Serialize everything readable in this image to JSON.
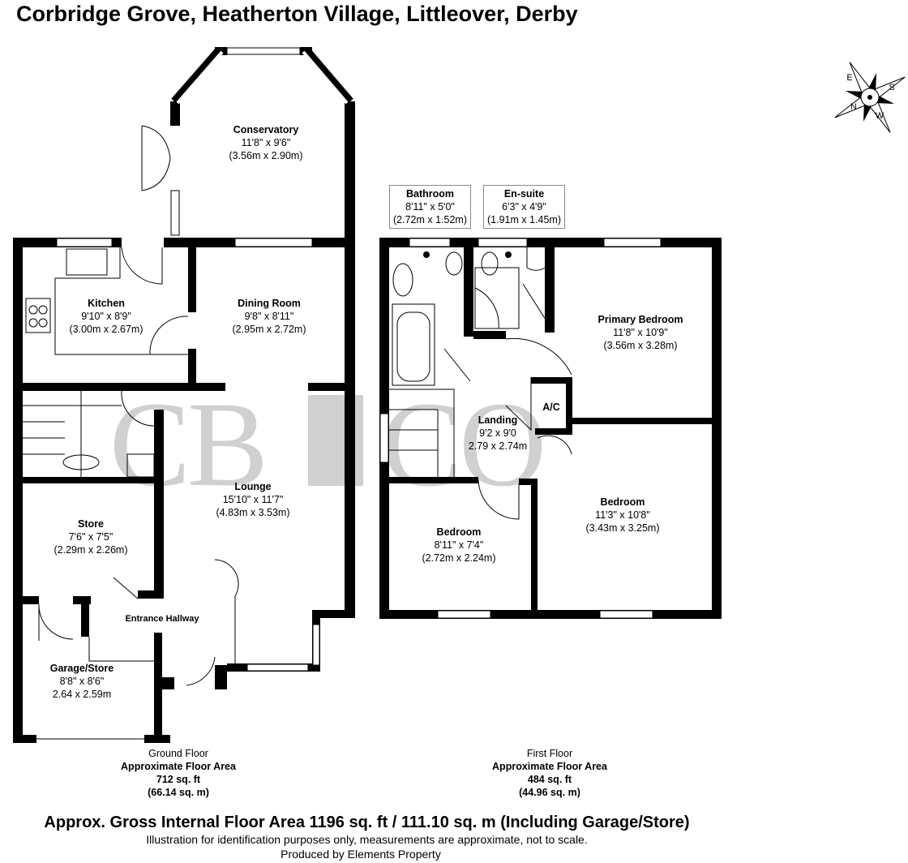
{
  "title": "Corbridge Grove, Heatherton Village, Littleover, Derby",
  "watermark": "CB CO",
  "compass": {
    "letters": [
      "E",
      "S",
      "W",
      "N"
    ]
  },
  "ground_floor": {
    "rooms": [
      {
        "name": "Conservatory",
        "imperial": "11'8\" x 9'6\"",
        "metric": "(3.56m x 2.90m)"
      },
      {
        "name": "Kitchen",
        "imperial": "9'10\" x 8'9\"",
        "metric": "(3.00m x 2.67m)"
      },
      {
        "name": "Dining Room",
        "imperial": "9'8\" x 8'11\"",
        "metric": "(2.95m x 2.72m)"
      },
      {
        "name": "Lounge",
        "imperial": "15'10\" x 11'7\"",
        "metric": "(4.83m x 3.53m)"
      },
      {
        "name": "Store",
        "imperial": "7'6\" x 7'5\"",
        "metric": "(2.29m x 2.26m)"
      },
      {
        "name": "Entrance Hallway"
      },
      {
        "name": "Garage/Store",
        "imperial": "8'8\" x 8'6\"",
        "metric": "2.64 x 2.59m"
      }
    ],
    "label": "Ground Floor",
    "area_label": "Approximate Floor Area",
    "sqft": "712 sq. ft",
    "sqm": "(66.14 sq. m)"
  },
  "first_floor": {
    "rooms": [
      {
        "name": "Bathroom",
        "imperial": "8'11\" x 5'0\"",
        "metric": "(2.72m x 1.52m)"
      },
      {
        "name": "En-suite",
        "imperial": "6'3\" x 4'9\"",
        "metric": "(1.91m x 1.45m)"
      },
      {
        "name": "Primary Bedroom",
        "imperial": "11'8\" x 10'9\"",
        "metric": "(3.56m x 3.28m)"
      },
      {
        "name": "A/C"
      },
      {
        "name": "Landing",
        "imperial": "9'2 x 9'0",
        "metric": "2.79 x 2.74m"
      },
      {
        "name": "Bedroom",
        "imperial": "8'11\" x 7'4\"",
        "metric": "(2.72m x 2.24m)"
      },
      {
        "name": "Bedroom",
        "imperial": "11'3\" x 10'8\"",
        "metric": "(3.43m x 3.25m)"
      }
    ],
    "label": "First Floor",
    "area_label": "Approximate Floor Area",
    "sqft": "484 sq. ft",
    "sqm": "(44.96 sq. m)"
  },
  "footer": {
    "gross": "Approx. Gross Internal Floor Area 1196 sq. ft / 111.10 sq. m (Including Garage/Store)",
    "disclaimer": "Illustration for identification purposes only, measurements are approximate, not to scale.",
    "produced": "Produced by Elements Property"
  }
}
